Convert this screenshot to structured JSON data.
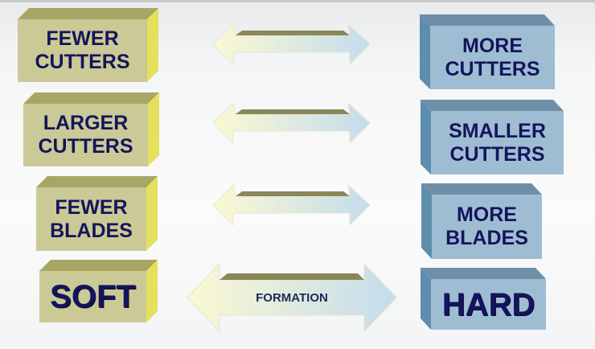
{
  "rows": [
    {
      "left": "FEWER\nCUTTERS",
      "right": "MORE\nCUTTERS",
      "arrow_label": ""
    },
    {
      "left": "LARGER\nCUTTERS",
      "right": "SMALLER\nCUTTERS",
      "arrow_label": ""
    },
    {
      "left": "FEWER\nBLADES",
      "right": "MORE\nBLADES",
      "arrow_label": ""
    },
    {
      "left": "SOFT",
      "right": "HARD",
      "arrow_label": "FORMATION"
    }
  ],
  "colors": {
    "left_front": "#cbc996",
    "left_top": "#a8a664",
    "left_side": "#e6e05c",
    "right_front": "#9fbdd2",
    "right_top": "#6f8fa6",
    "right_side": "#5e8eae",
    "text": "#14145c",
    "arrow_left": "#f7f4c6",
    "arrow_right": "#c4dcec",
    "arrow_top": "#8a8758"
  }
}
